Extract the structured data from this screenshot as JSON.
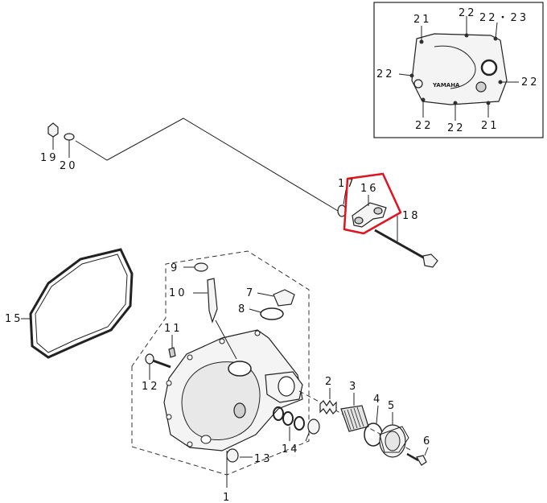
{
  "callouts": {
    "c1": "1",
    "c2": "2",
    "c3": "3",
    "c4": "4",
    "c5": "5",
    "c6": "6",
    "c7": "7",
    "c8": "8",
    "c9": "9",
    "c10": "10",
    "c11": "11",
    "c12": "12",
    "c13": "13",
    "c14": "14",
    "c15": "15",
    "c16": "16",
    "c17": "17",
    "c18": "18",
    "c19": "19",
    "c20": "20"
  },
  "inset": {
    "labels": {
      "a": "21",
      "b": "22",
      "c": "22・23",
      "d": "22",
      "e": "22",
      "f": "22",
      "g": "22",
      "h": "21"
    },
    "emblem_text": "YAMAHA"
  },
  "highlight": {
    "part": "16",
    "color": "#e0141e"
  }
}
